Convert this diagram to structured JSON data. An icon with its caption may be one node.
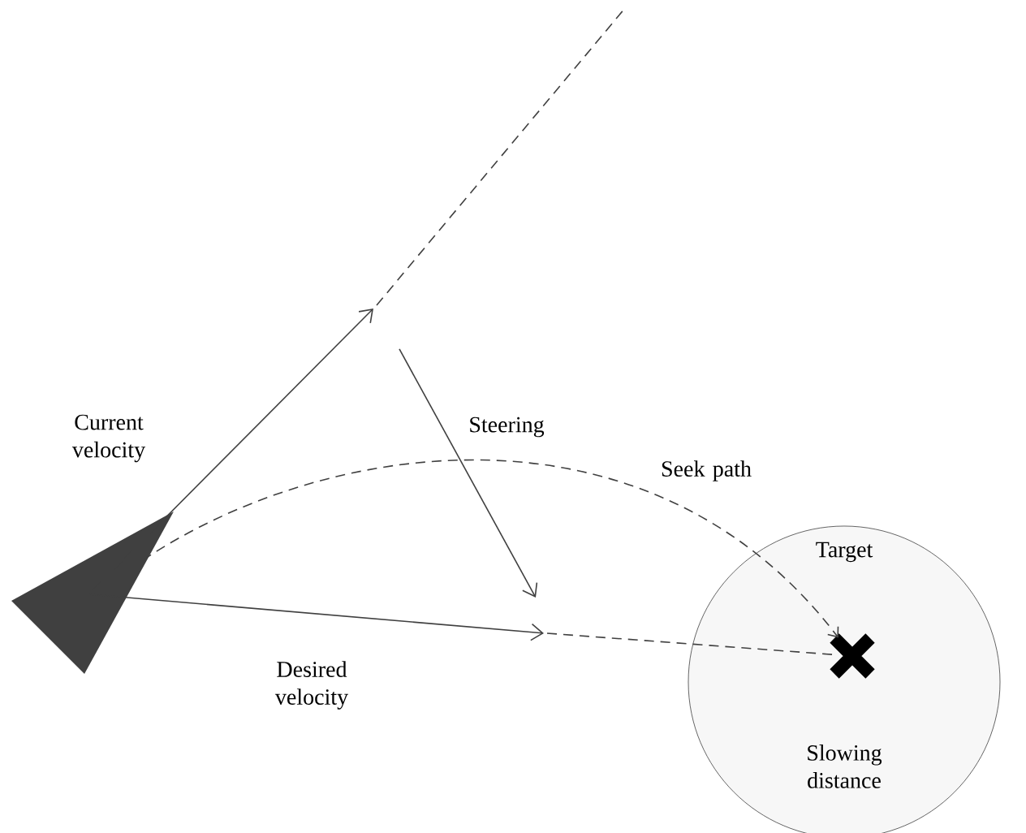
{
  "diagram": {
    "nodes": [
      {
        "text": [],
        "shape": "triangle"
      },
      {
        "text": [
          "Target",
          "Slowing distance"
        ]
      },
      {
        "text": [],
        "shape": "cross",
        "in": 1
      }
    ],
    "edges": [
      {
        "from": 0,
        "to": null,
        "arrow": "to",
        "label": "Current velocity"
      },
      {
        "from": 0,
        "to": null,
        "arrow": "to",
        "label": "Desired velocity"
      },
      {
        "from": 0,
        "to": 2,
        "arrow": "to",
        "label": "Seek path",
        "style": "dashed"
      },
      {
        "from": null,
        "to": 2,
        "arrow": "none",
        "style": "dashed"
      }
    ],
    "labels": [
      "Steering"
    ]
  }
}
